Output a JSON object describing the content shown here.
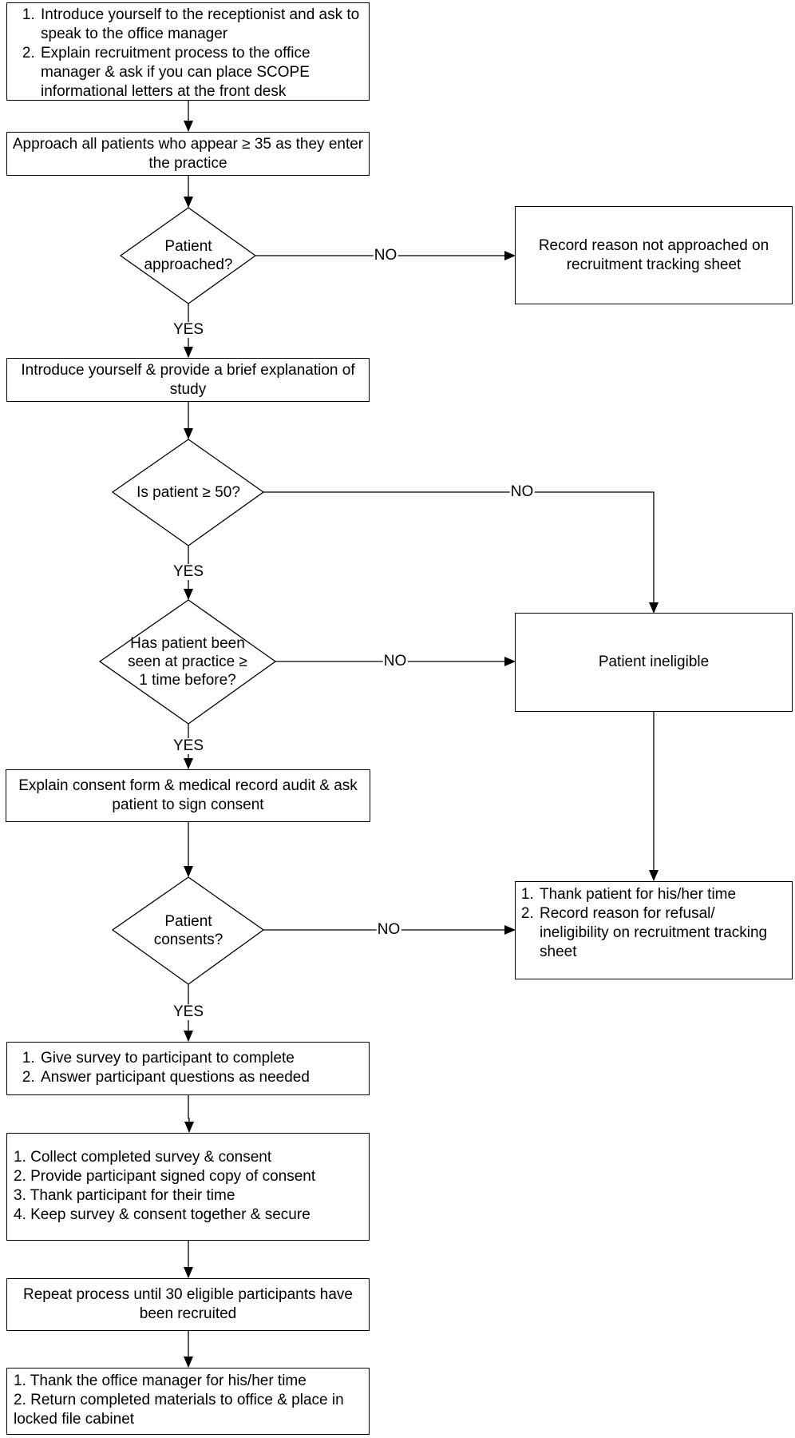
{
  "steps": {
    "s1": [
      "Introduce yourself to the receptionist and ask to speak to the office manager",
      "Explain recruitment process to the office manager & ask if you can place SCOPE informational letters at the front desk"
    ],
    "s2": "Approach all patients who appear ≥ 35 as they enter the practice",
    "d1": "Patient approached?",
    "r1": "Record reason not approached on recruitment tracking sheet",
    "s3": "Introduce yourself & provide a brief explanation of study",
    "d2": "Is patient ≥ 50?",
    "d3": "Has patient been seen at practice ≥ 1 time before?",
    "r2": "Patient ineligible",
    "s4": "Explain consent form & medical record audit & ask patient to sign consent",
    "d4": "Patient consents?",
    "r3": [
      "Thank patient for his/her time",
      "Record reason for refusal/ ineligibility on recruitment tracking sheet"
    ],
    "s5": [
      "Give survey to participant to complete",
      "Answer participant questions as needed"
    ],
    "s6": [
      "1. Collect completed survey & consent",
      "2. Provide participant signed copy of consent",
      "3. Thank participant for their time",
      "4. Keep survey & consent together & secure"
    ],
    "s7": "Repeat process until 30 eligible participants have been recruited",
    "s8": [
      "1. Thank the office manager for his/her time",
      "2. Return completed materials to office & place in locked file cabinet"
    ]
  },
  "labels": {
    "yes": "YES",
    "no": "NO"
  }
}
